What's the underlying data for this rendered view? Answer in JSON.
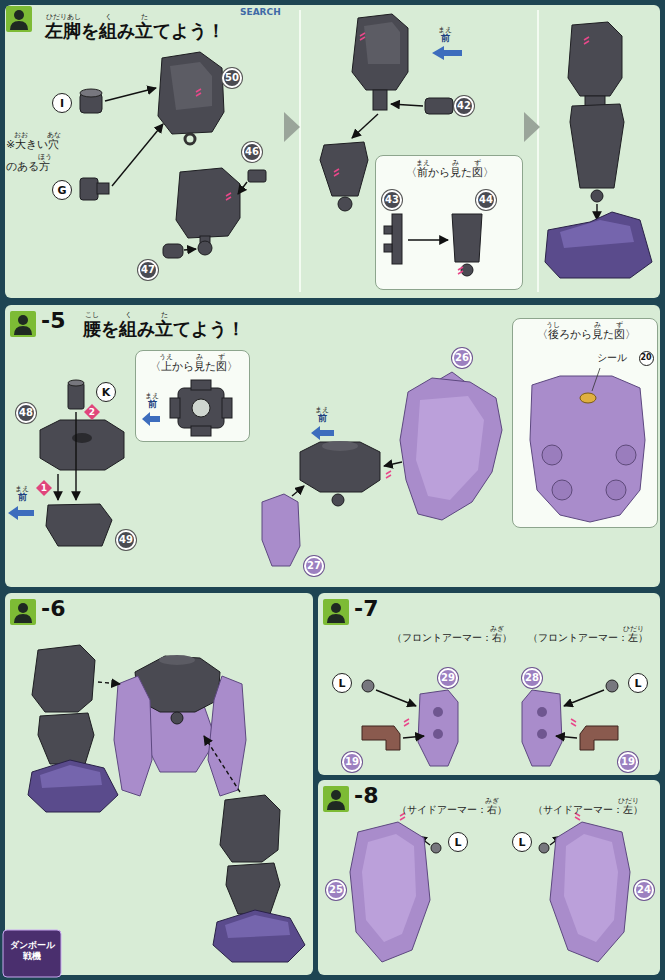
{
  "diagram": {
    "nodes": [
      {
        "text": [
          "左脚を組み立てよう！"
        ]
      },
      {
        "text": [
          "〈前から見た図〉"
        ],
        "in": 0
      },
      {
        "text": [
          "-5",
          "腰を組み立てよう！"
        ]
      },
      {
        "text": [
          "〈上から見た図〉"
        ],
        "in": 2
      },
      {
        "text": [
          "〈後ろから見た図〉"
        ],
        "in": 2
      },
      {
        "text": [
          "-6"
        ]
      },
      {
        "text": [
          "-7"
        ]
      },
      {
        "text": [
          "-8"
        ]
      }
    ],
    "labels": [
      "SEARCH",
      "ひだりあし",
      "く",
      "た",
      "50",
      "I",
      "G",
      "46",
      "47",
      "※大きい穴のある方",
      "おお",
      "あな",
      "ほう",
      "42",
      "まえ",
      "前",
      "まえ",
      "み",
      "ず",
      "43",
      "44",
      "こし",
      "く",
      "た",
      "K",
      "48",
      "2",
      "1",
      "まえ",
      "前",
      "49",
      "うえ",
      "み",
      "ず",
      "まえ",
      "前",
      "まえ",
      "前",
      "26",
      "27",
      "うし",
      "み",
      "ず",
      "シール",
      "20",
      "（フロントアーマー：右）",
      "みぎ",
      "（フロントアーマー：左）",
      "ひだり",
      "L",
      "29",
      "19",
      "28",
      "L",
      "19",
      "（サイドアーマー：右）",
      "みぎ",
      "（サイドアーマー：左）",
      "ひだり",
      "25",
      "L",
      "L",
      "24",
      "ダンボール戦機"
    ]
  }
}
